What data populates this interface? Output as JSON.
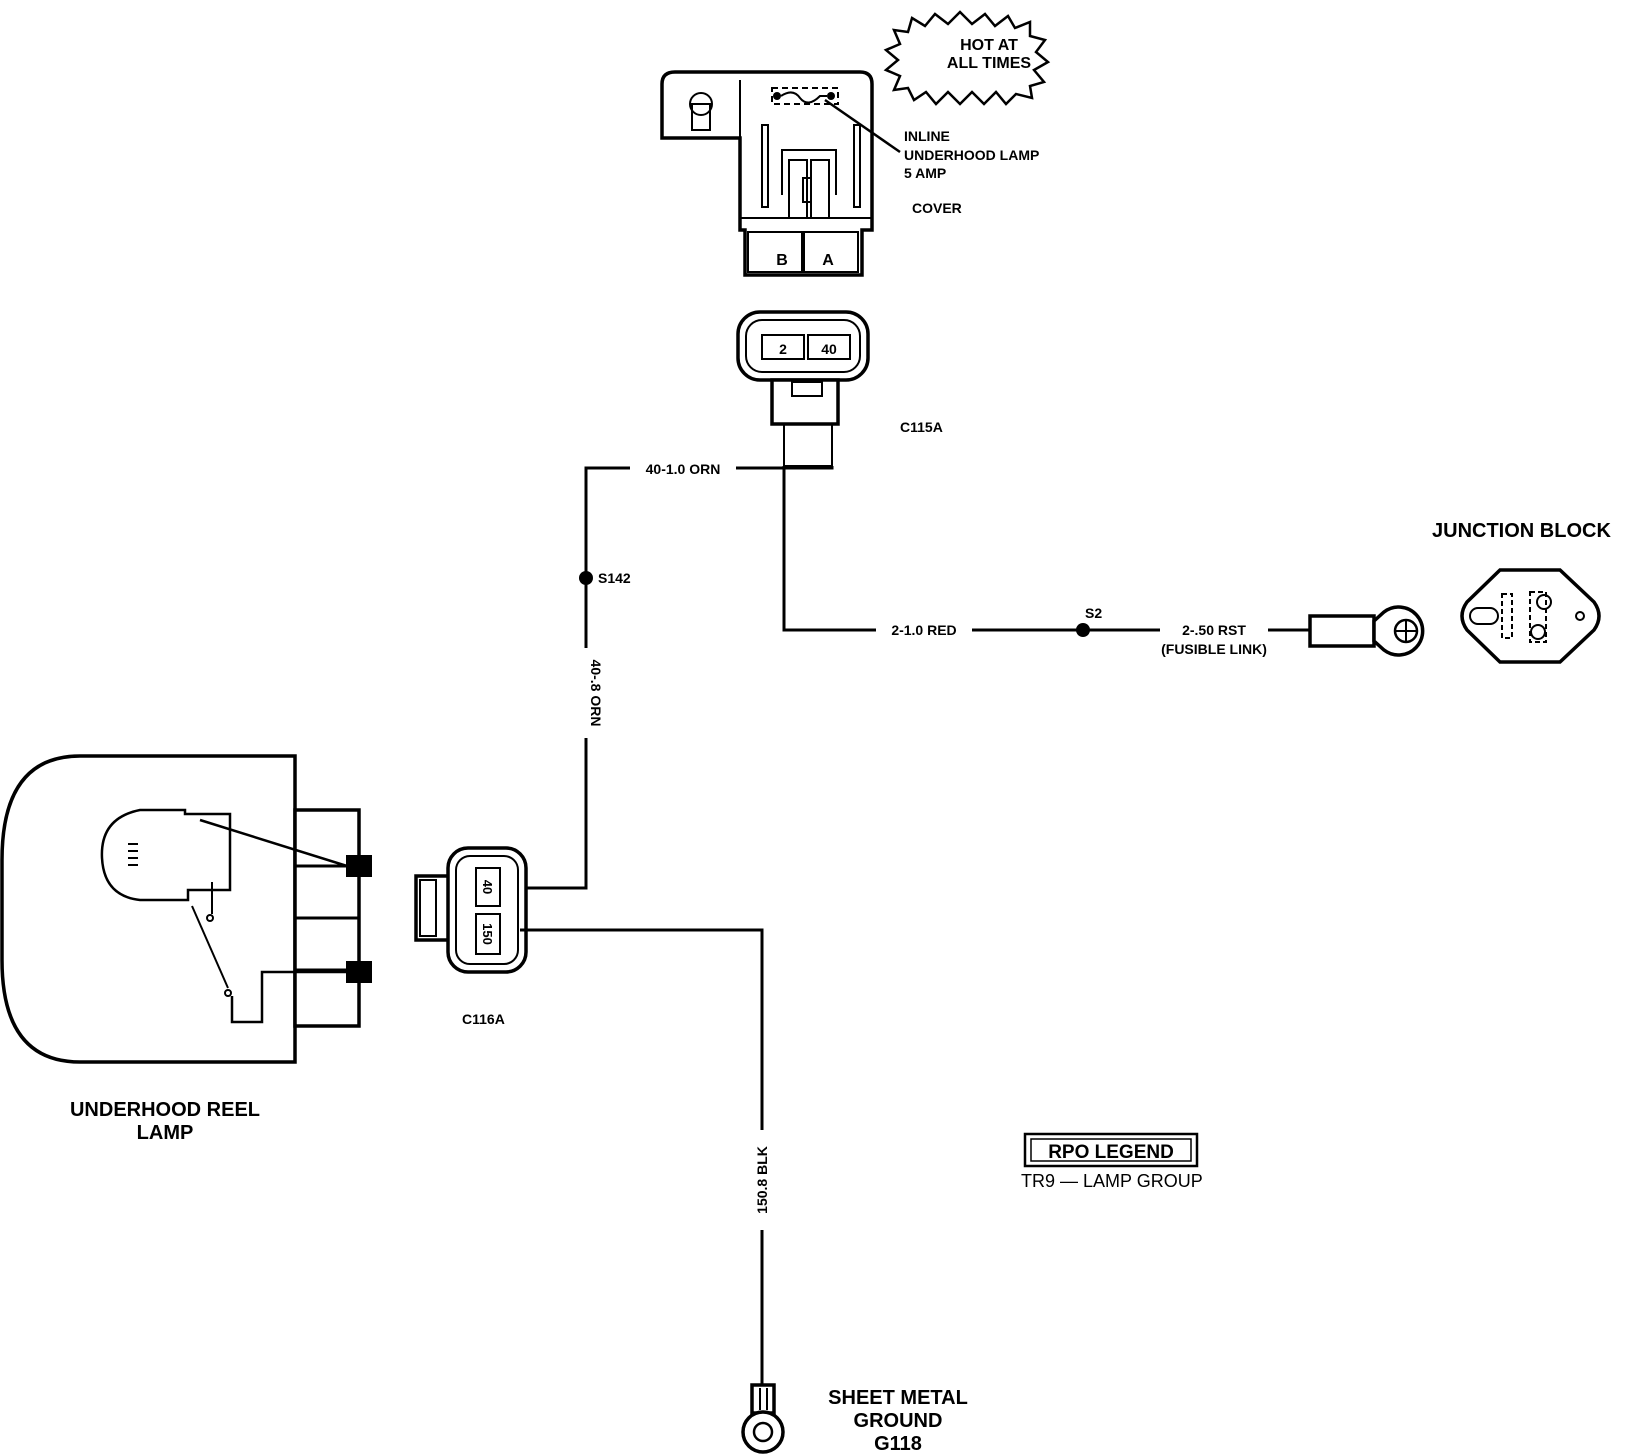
{
  "hot_badge": {
    "line1": "HOT AT",
    "line2": "ALL TIMES"
  },
  "fuse": {
    "label_line1": "INLINE",
    "label_line2": "UNDERHOOD LAMP",
    "label_line3": "5 AMP",
    "cover_label": "COVER",
    "terminal_b": "B",
    "terminal_a": "A"
  },
  "connector_c115a": {
    "name": "C115A",
    "pin_left": "2",
    "pin_right": "40"
  },
  "connector_c116a": {
    "name": "C116A",
    "pin_top": "40",
    "pin_bottom": "150"
  },
  "wires": {
    "w_40_orn_top": "40-1.0 ORN",
    "w_40_orn_vertical": "40-.8 ORN",
    "w_2_red": "2-1.0 RED",
    "w_2_rst": "2-.50 RST",
    "w_fusible": "(FUSIBLE LINK)",
    "w_150_blk": "150.8 BLK"
  },
  "splices": {
    "s142": "S142",
    "s2": "S2"
  },
  "junction_block": {
    "title": "JUNCTION BLOCK"
  },
  "reel_lamp": {
    "line1": "UNDERHOOD REEL",
    "line2": "LAMP"
  },
  "ground": {
    "line1": "SHEET METAL",
    "line2": "GROUND",
    "line3": "G118"
  },
  "rpo_legend": {
    "title": "RPO LEGEND",
    "entry": "TR9 — LAMP GROUP"
  }
}
